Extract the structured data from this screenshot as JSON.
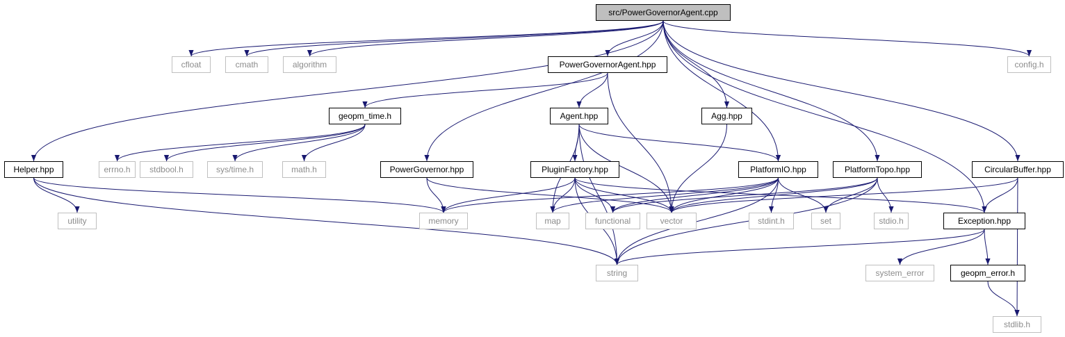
{
  "diagram": {
    "edge_color": "#191970",
    "root_fill": "#bfbfbf",
    "system_border": "#bfbfbf",
    "system_text": "#8c8c8c",
    "nodes": [
      {
        "id": "root",
        "label": "src/PowerGovernorAgent.cpp",
        "kind": "root"
      },
      {
        "id": "cfloat",
        "label": "cfloat",
        "kind": "system"
      },
      {
        "id": "cmath",
        "label": "cmath",
        "kind": "system"
      },
      {
        "id": "algorithm",
        "label": "algorithm",
        "kind": "system"
      },
      {
        "id": "config",
        "label": "config.h",
        "kind": "system"
      },
      {
        "id": "pgahpp",
        "label": "PowerGovernorAgent.hpp",
        "kind": "local"
      },
      {
        "id": "geomptime",
        "label": "geopm_time.h",
        "kind": "local"
      },
      {
        "id": "agenthpp",
        "label": "Agent.hpp",
        "kind": "local"
      },
      {
        "id": "agghpp",
        "label": "Agg.hpp",
        "kind": "local"
      },
      {
        "id": "helperhpp",
        "label": "Helper.hpp",
        "kind": "local"
      },
      {
        "id": "errnoh",
        "label": "errno.h",
        "kind": "system"
      },
      {
        "id": "stdboolh",
        "label": "stdbool.h",
        "kind": "system"
      },
      {
        "id": "systimeh",
        "label": "sys/time.h",
        "kind": "system"
      },
      {
        "id": "mathh",
        "label": "math.h",
        "kind": "system"
      },
      {
        "id": "pghpp",
        "label": "PowerGovernor.hpp",
        "kind": "local"
      },
      {
        "id": "pfhpp",
        "label": "PluginFactory.hpp",
        "kind": "local"
      },
      {
        "id": "piohpp",
        "label": "PlatformIO.hpp",
        "kind": "local"
      },
      {
        "id": "pthpp",
        "label": "PlatformTopo.hpp",
        "kind": "local"
      },
      {
        "id": "cbhpp",
        "label": "CircularBuffer.hpp",
        "kind": "local"
      },
      {
        "id": "utility",
        "label": "utility",
        "kind": "system"
      },
      {
        "id": "memory",
        "label": "memory",
        "kind": "system"
      },
      {
        "id": "map",
        "label": "map",
        "kind": "system"
      },
      {
        "id": "functional",
        "label": "functional",
        "kind": "system"
      },
      {
        "id": "vector",
        "label": "vector",
        "kind": "system"
      },
      {
        "id": "stdinth",
        "label": "stdint.h",
        "kind": "system"
      },
      {
        "id": "set",
        "label": "set",
        "kind": "system"
      },
      {
        "id": "stdioh",
        "label": "stdio.h",
        "kind": "system"
      },
      {
        "id": "exchpp",
        "label": "Exception.hpp",
        "kind": "local"
      },
      {
        "id": "string",
        "label": "string",
        "kind": "system"
      },
      {
        "id": "syserror",
        "label": "system_error",
        "kind": "system"
      },
      {
        "id": "geomperror",
        "label": "geopm_error.h",
        "kind": "local"
      },
      {
        "id": "stdlibh",
        "label": "stdlib.h",
        "kind": "system"
      }
    ],
    "edges": [
      [
        "root",
        "cfloat"
      ],
      [
        "root",
        "cmath"
      ],
      [
        "root",
        "algorithm"
      ],
      [
        "root",
        "config"
      ],
      [
        "root",
        "pgahpp"
      ],
      [
        "root",
        "agghpp"
      ],
      [
        "root",
        "helperhpp"
      ],
      [
        "root",
        "pghpp"
      ],
      [
        "root",
        "piohpp"
      ],
      [
        "root",
        "pthpp"
      ],
      [
        "root",
        "cbhpp"
      ],
      [
        "root",
        "exchpp"
      ],
      [
        "pgahpp",
        "geomptime"
      ],
      [
        "pgahpp",
        "agenthpp"
      ],
      [
        "pgahpp",
        "vector"
      ],
      [
        "geomptime",
        "errnoh"
      ],
      [
        "geomptime",
        "stdboolh"
      ],
      [
        "geomptime",
        "systimeh"
      ],
      [
        "geomptime",
        "mathh"
      ],
      [
        "agenthpp",
        "pfhpp"
      ],
      [
        "agenthpp",
        "piohpp"
      ],
      [
        "agenthpp",
        "map"
      ],
      [
        "agenthpp",
        "vector"
      ],
      [
        "agenthpp",
        "string"
      ],
      [
        "agghpp",
        "vector"
      ],
      [
        "helperhpp",
        "utility"
      ],
      [
        "helperhpp",
        "memory"
      ],
      [
        "helperhpp",
        "string"
      ],
      [
        "pghpp",
        "memory"
      ],
      [
        "pghpp",
        "vector"
      ],
      [
        "pfhpp",
        "memory"
      ],
      [
        "pfhpp",
        "map"
      ],
      [
        "pfhpp",
        "functional"
      ],
      [
        "pfhpp",
        "vector"
      ],
      [
        "pfhpp",
        "string"
      ],
      [
        "pfhpp",
        "exchpp"
      ],
      [
        "piohpp",
        "memory"
      ],
      [
        "piohpp",
        "map"
      ],
      [
        "piohpp",
        "functional"
      ],
      [
        "piohpp",
        "vector"
      ],
      [
        "piohpp",
        "stdinth"
      ],
      [
        "piohpp",
        "set"
      ],
      [
        "piohpp",
        "string"
      ],
      [
        "pthpp",
        "functional"
      ],
      [
        "pthpp",
        "vector"
      ],
      [
        "pthpp",
        "set"
      ],
      [
        "pthpp",
        "stdioh"
      ],
      [
        "pthpp",
        "string"
      ],
      [
        "cbhpp",
        "vector"
      ],
      [
        "cbhpp",
        "exchpp"
      ],
      [
        "cbhpp",
        "stdlibh"
      ],
      [
        "exchpp",
        "string"
      ],
      [
        "exchpp",
        "syserror"
      ],
      [
        "exchpp",
        "geomperror"
      ],
      [
        "geomperror",
        "stdlibh"
      ]
    ]
  }
}
